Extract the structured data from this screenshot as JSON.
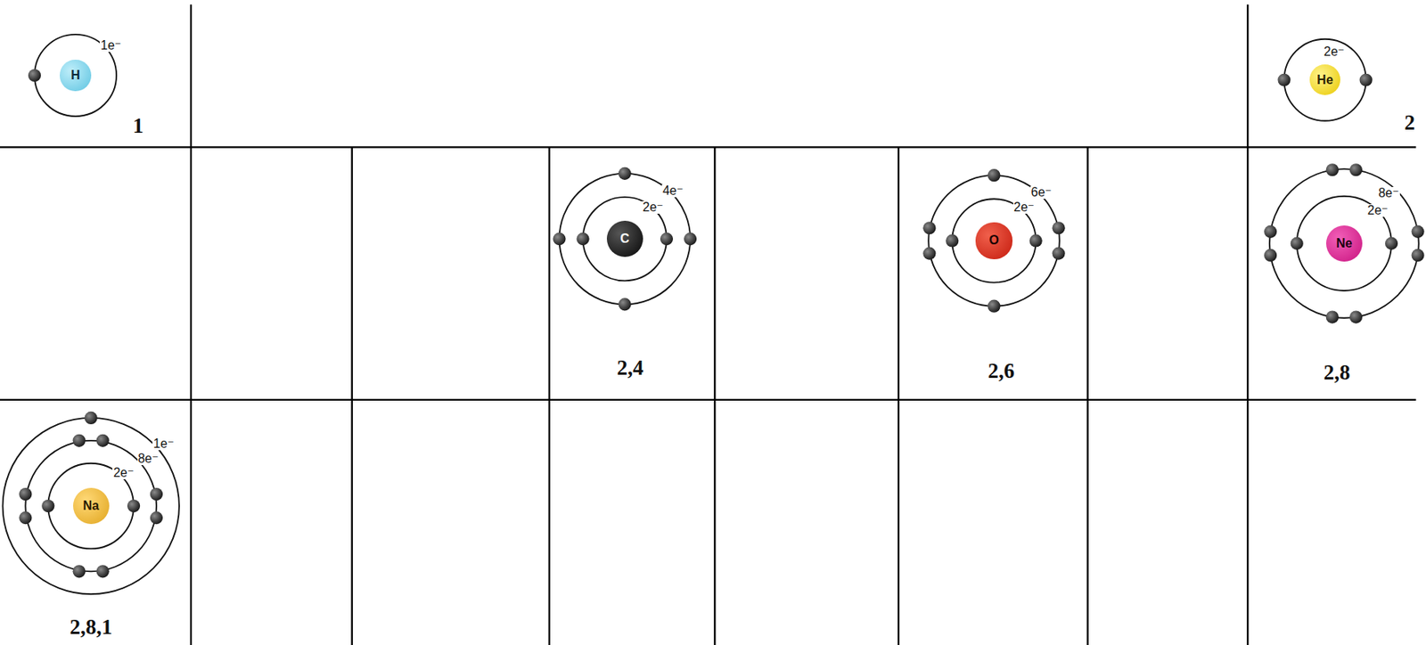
{
  "diagram": {
    "nodes": [
      {
        "text": [
          "H"
        ]
      },
      {
        "text": [
          "He"
        ]
      },
      {
        "text": [
          "C"
        ]
      },
      {
        "text": [
          "O"
        ]
      },
      {
        "text": [
          "Ne"
        ]
      },
      {
        "text": [
          "Na"
        ]
      }
    ],
    "labels": [
      "1e⁻",
      "1",
      "2e⁻",
      "2",
      "4e⁻",
      "2e⁻",
      "2,4",
      "6e⁻",
      "2e⁻",
      "2,6",
      "8e⁻",
      "2e⁻",
      "2,8",
      "1e⁻",
      "8e⁻",
      "2e⁻",
      "2,8,1"
    ]
  }
}
